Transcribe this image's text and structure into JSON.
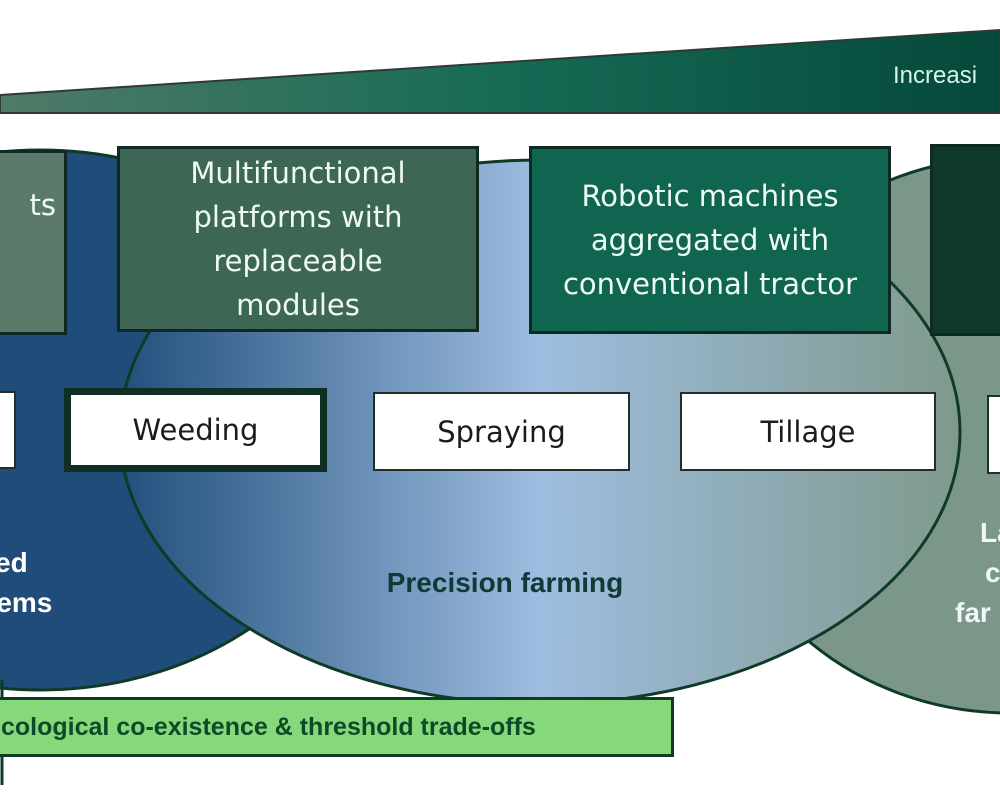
{
  "scale_arrow": {
    "label": "Increasi"
  },
  "top_boxes": [
    {
      "id": "partial-left",
      "text": "ts",
      "color": "#5c7a6a"
    },
    {
      "id": "multifunctional",
      "lines": [
        "Multifunctional",
        "platforms with",
        "replaceable",
        "modules"
      ],
      "color": "#3e6655"
    },
    {
      "id": "robotic-tractor",
      "lines": [
        "Robotic machines",
        "aggregated with",
        "conventional tractor"
      ],
      "color": "#0f6550"
    },
    {
      "id": "partial-right",
      "text": "",
      "color": "#0f3a2a"
    }
  ],
  "tasks": [
    {
      "label": "",
      "highlighted": false
    },
    {
      "label": "Weeding",
      "highlighted": true
    },
    {
      "label": "Spraying",
      "highlighted": false
    },
    {
      "label": "Tillage",
      "highlighted": false
    },
    {
      "label": "",
      "highlighted": false
    }
  ],
  "ellipses": {
    "left": {
      "lines": [
        "ed",
        "tems"
      ],
      "color": "#1f4c78"
    },
    "center": {
      "label": "Precision farming",
      "color": "#9fbde0"
    },
    "right": {
      "lines": [
        "La",
        "c",
        "far"
      ],
      "color": "#7a978a"
    }
  },
  "banner": {
    "text": "cological co-existence & threshold trade-offs"
  }
}
